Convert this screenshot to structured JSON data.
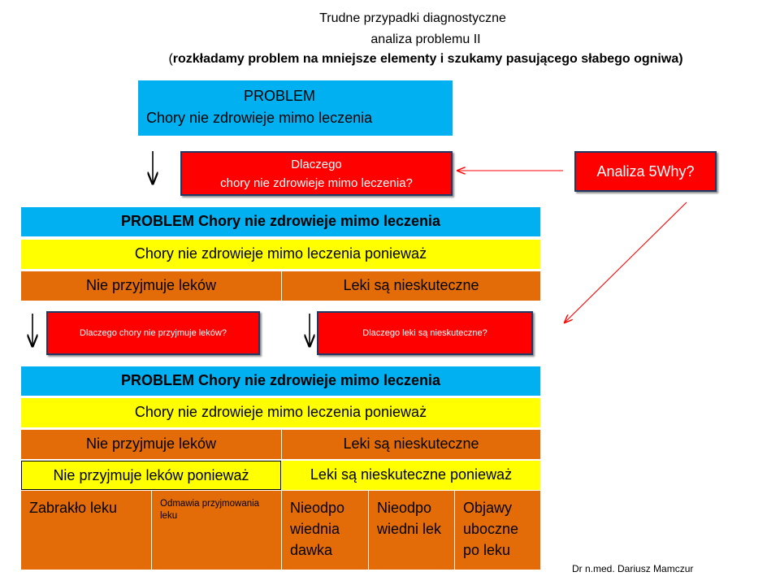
{
  "title": {
    "line1": "Trudne przypadki diagnostyczne",
    "line2": "analiza problemu II",
    "line3_open": "(",
    "line3": "rozkładamy problem na mniejsze elementy i szukamy pasującego słabego ogniwa)"
  },
  "problem_box": {
    "heading": "PROBLEM",
    "text": "Chory nie zdrowieje mimo leczenia"
  },
  "why_box": {
    "line1": "Dlaczego",
    "line2": "chory nie zdrowieje  mimo leczenia?"
  },
  "analysis_button": "Analiza 5Why?",
  "table1": {
    "header": "PROBLEM Chory nie zdrowieje mimo leczenia",
    "because": "Chory nie zdrowieje mimo leczenia ponieważ",
    "reasons": [
      "Nie przyjmuje leków",
      "Leki są nieskuteczne"
    ]
  },
  "why_left": "Dlaczego chory nie przyjmuje leków?",
  "why_right": "Dlaczego leki są nieskuteczne?",
  "table2": {
    "header": "PROBLEM Chory nie zdrowieje mimo leczenia",
    "because": "Chory nie zdrowieje mimo leczenia ponieważ",
    "reasons": [
      "Nie przyjmuje leków",
      "Leki są nieskuteczne"
    ],
    "because_left": "Nie przyjmuje leków ponieważ",
    "because_right": "Leki są nieskuteczne ponieważ",
    "causes": [
      "Zabrakło leku",
      "Odmawia przyjmowania leku",
      "Nieodpo wiednia dawka",
      "Nieodpo wiedni lek",
      "Objawy uboczne po leku"
    ]
  },
  "author": "Dr n.med. Dariusz Mamczur",
  "colors": {
    "blue": "#00b0f0",
    "yellow": "#ffff00",
    "orange": "#e36c09",
    "red": "#ff0000",
    "arrow_red": "#ff0000"
  }
}
